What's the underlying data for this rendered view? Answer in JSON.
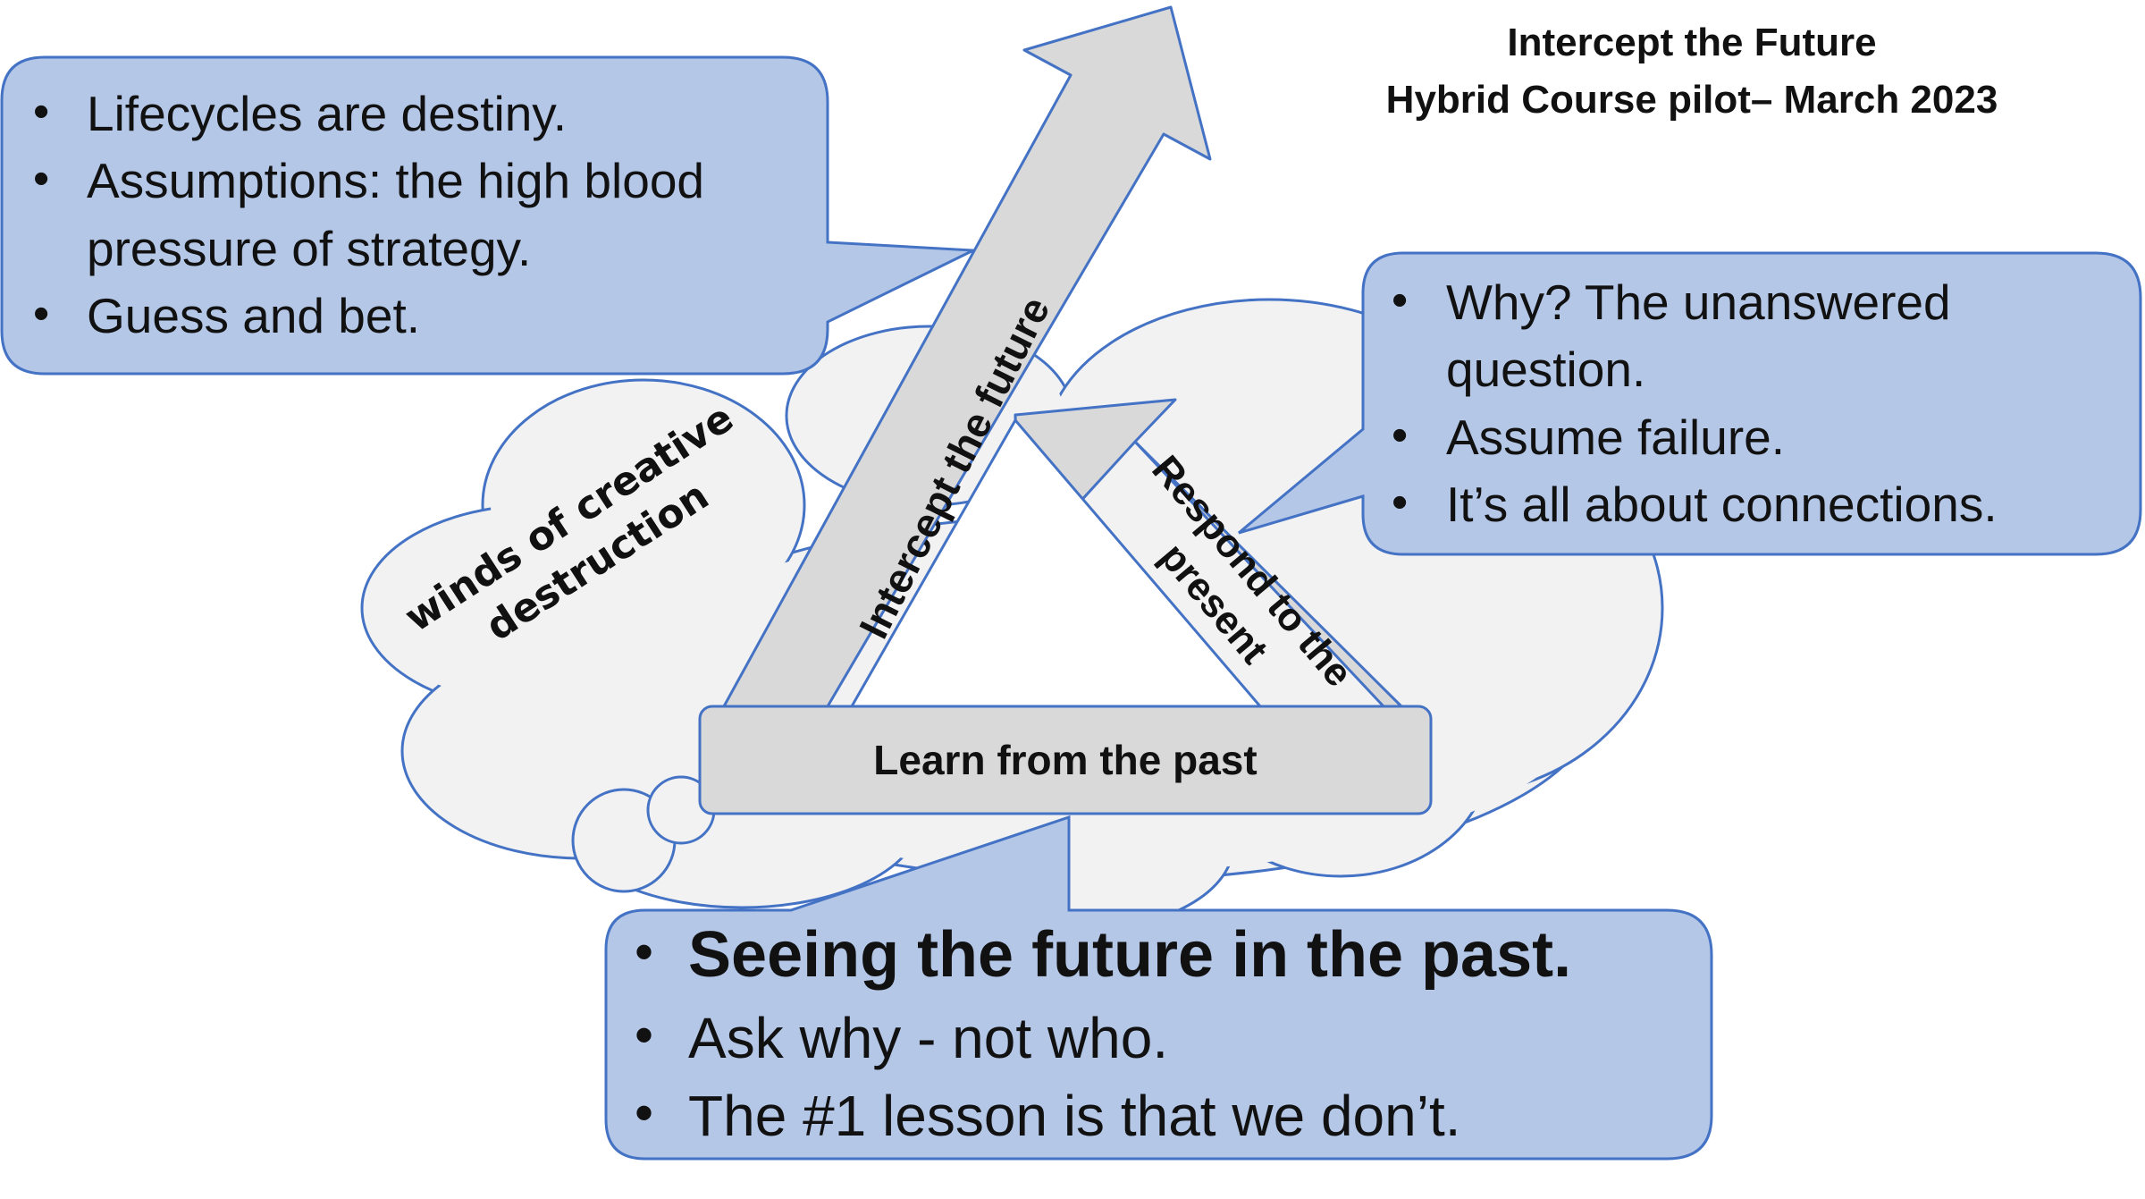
{
  "title": {
    "line1": "Intercept the Future",
    "line2": "Hybrid Course pilot– March 2023"
  },
  "cloud_label": {
    "line1": "winds of creative",
    "line2": "destruction"
  },
  "arrows": {
    "future": "Intercept the future",
    "present_line1": "Respond to the",
    "present_line2": "present",
    "past": "Learn from the past"
  },
  "callouts": {
    "top_left": {
      "bullet": "•",
      "items": [
        "Lifecycles are destiny.",
        "Assumptions: the high blood",
        "pressure of strategy.",
        "Guess and bet."
      ]
    },
    "right": {
      "bullet": "•",
      "items": [
        "Why? The unanswered",
        "question.",
        "Assume failure.",
        "It’s all about connections."
      ]
    },
    "bottom": {
      "bullet": "•",
      "items": [
        "Seeing the future in the past.",
        "Ask why - not who.",
        "The #1 lesson is that we don’t."
      ]
    }
  },
  "colors": {
    "callout_fill": "#b4c7e7",
    "callout_stroke": "#4472c4",
    "arrow_fill": "#d9d9d9",
    "cloud_fill": "#f2f2f2",
    "cloud_stroke": "#4472c4"
  }
}
